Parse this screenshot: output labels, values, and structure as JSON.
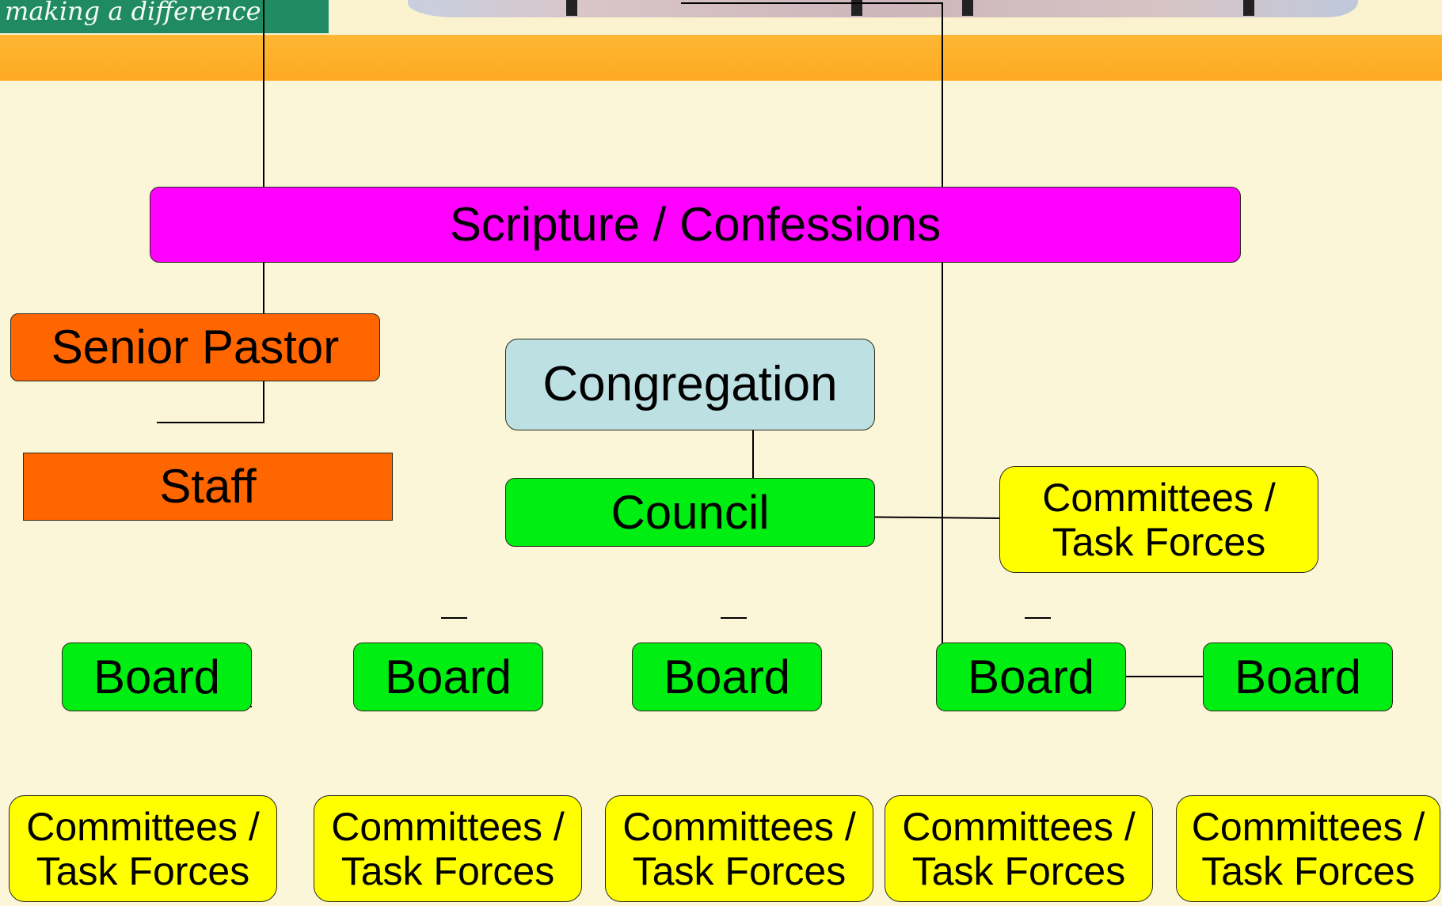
{
  "header": {
    "logo_text": "making a difference"
  },
  "chart": {
    "top": "Scripture / Confessions",
    "senior_pastor": "Senior Pastor",
    "staff": "Staff",
    "congregation": "Congregation",
    "council": "Council",
    "council_committees": "Committees /\nTask Forces",
    "boards": [
      "Board",
      "Board",
      "Board",
      "Board",
      "Board"
    ],
    "board_committees": [
      "Committees /\nTask Forces",
      "Committees /\nTask Forces",
      "Committees /\nTask Forces",
      "Committees /\nTask Forces",
      "Committees /\nTask Forces"
    ]
  },
  "colors": {
    "scripture": "#ff00ff",
    "pastor_staff": "#ff6600",
    "congregation": "#bde1e3",
    "council_board": "#00ee11",
    "committees": "#ffff00",
    "background": "#fcf6d8",
    "band": "#ffaa22"
  }
}
